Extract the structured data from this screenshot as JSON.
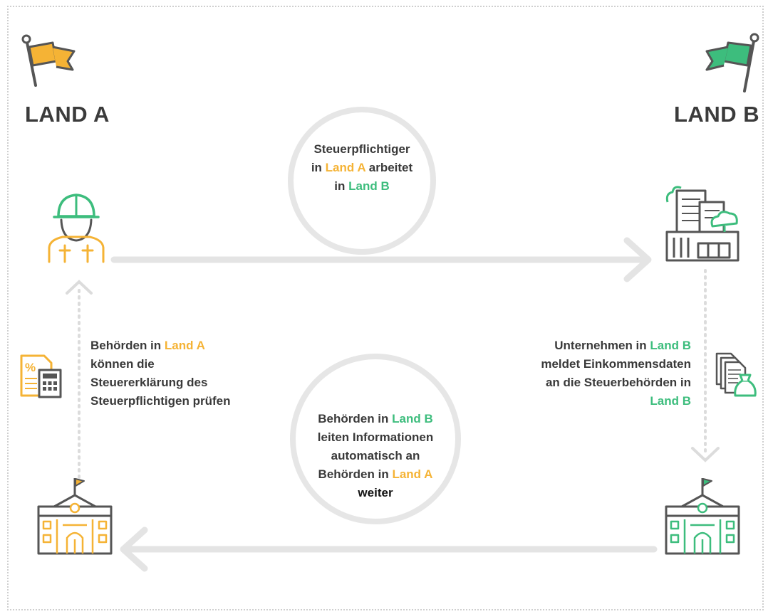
{
  "countries": {
    "a": "LAND A",
    "b": "LAND B"
  },
  "colors": {
    "land_a": "#f5b335",
    "land_b": "#3dbd7d",
    "arrow": "#e4e4e4",
    "text": "#3a3a3a"
  },
  "icons": {
    "flag_a": "flag-icon",
    "flag_b": "flag-icon",
    "worker": "construction-worker-icon",
    "company": "office-building-icon",
    "tax_doc_a": "tax-document-icon",
    "income_doc_b": "income-document-icon",
    "authority_a": "government-building-icon",
    "authority_b": "government-building-icon"
  },
  "top_circle": {
    "line1": "Steuerpflichtiger",
    "line2_pre": "in ",
    "line2_land": "Land A",
    "line2_post": " arbeitet",
    "line3_pre": "in ",
    "line3_land": "Land B"
  },
  "left_text": {
    "line1_pre": "Behörden in ",
    "line1_land": "Land A",
    "line2": "können die",
    "line3": "Steuererklärung des",
    "line4": "Steuerpflichtigen prüfen"
  },
  "right_text": {
    "line1_pre": "Unternehmen in ",
    "line1_land": "Land B",
    "line2": "meldet Einkommensdaten",
    "line3": "an die Steuerbehörden in",
    "line4_land": "Land B"
  },
  "bottom_circle": {
    "line1_pre": "Behörden in ",
    "line1_land": "Land B",
    "line2": "leiten Informationen",
    "line3": "automatisch an",
    "line4_pre": "Behörden in ",
    "line4_land": "Land A",
    "line5": "weiter"
  }
}
